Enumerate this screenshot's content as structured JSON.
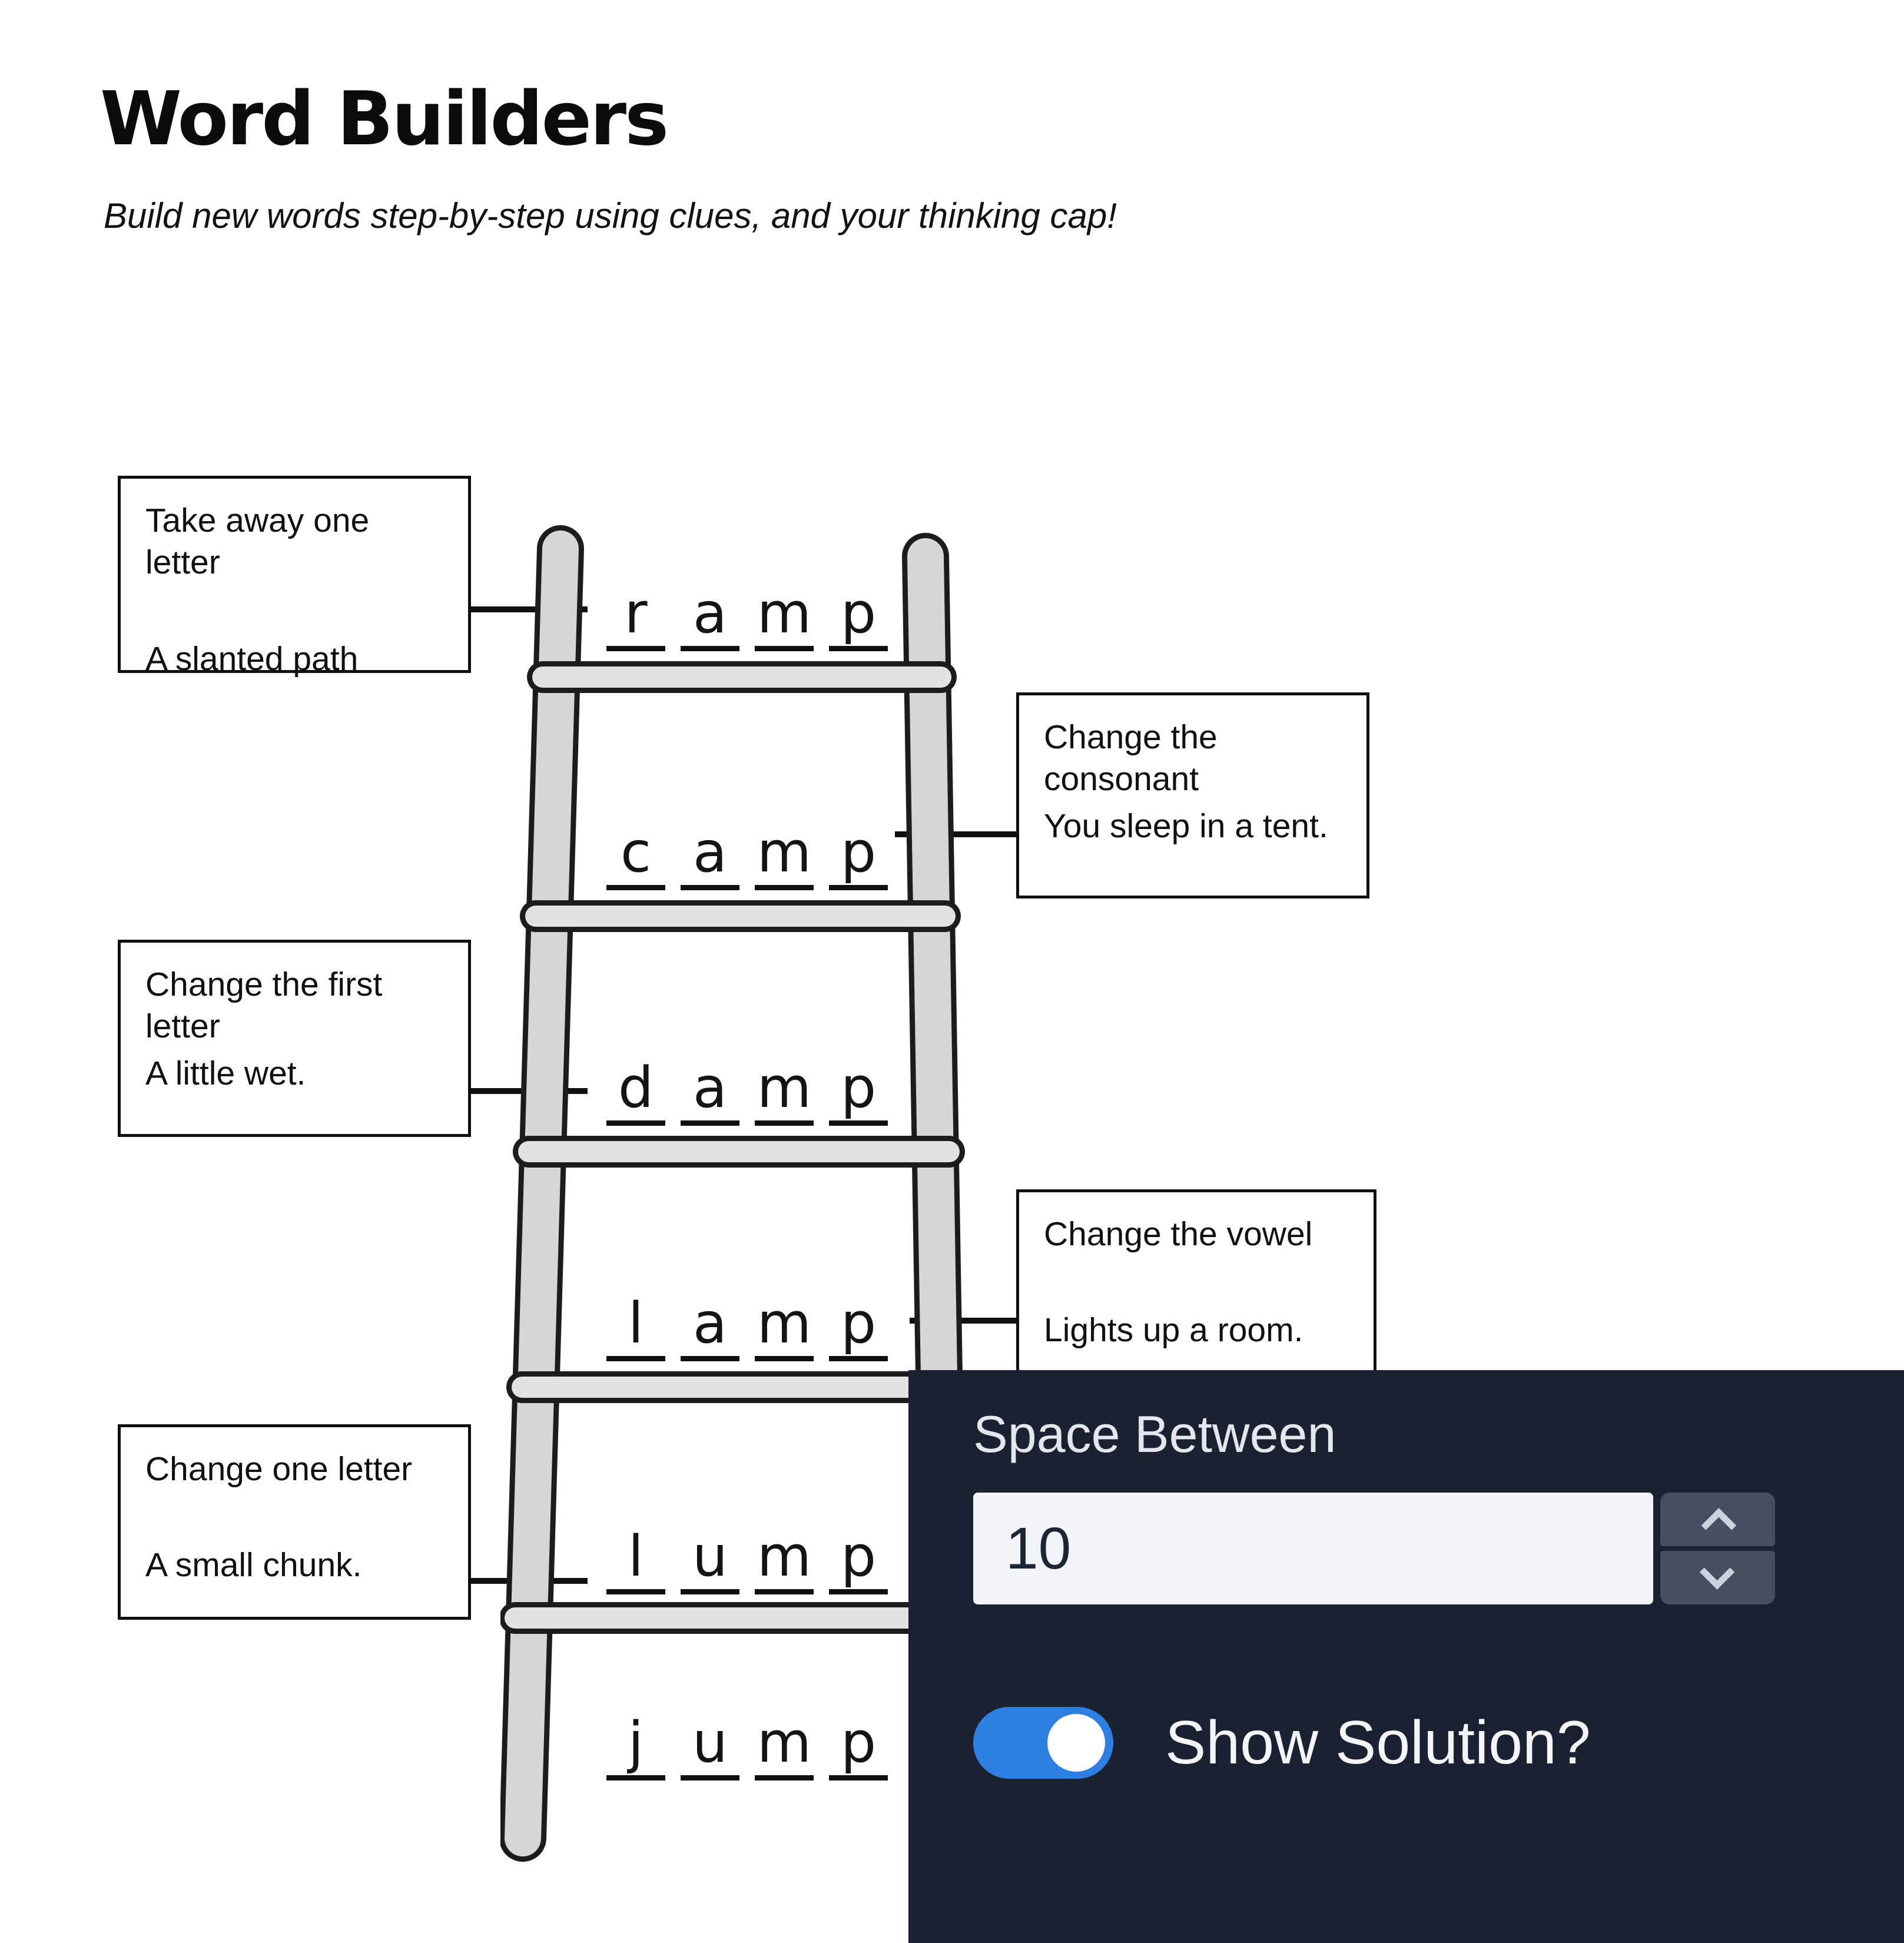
{
  "colors": {
    "panel_bg": "#1a2130",
    "accent_blue": "#2e7fe2",
    "input_bg": "#f1f3f6",
    "spinner_bg": "#454f61"
  },
  "header": {
    "title": "Word Builders",
    "subtitle": "Build new words step-by-step using clues, and your thinking cap!"
  },
  "clues": [
    {
      "instruction": "Take away one letter",
      "hint": "A slanted path"
    },
    {
      "instruction": "Change the consonant",
      "hint": "You sleep in a tent."
    },
    {
      "instruction": "Change the first letter",
      "hint": "A little wet."
    },
    {
      "instruction": "Change the vowel",
      "hint": "Lights up a room."
    },
    {
      "instruction": "Change one letter",
      "hint": "A small chunk."
    }
  ],
  "ladder": {
    "words": [
      {
        "letters": [
          "r",
          "a",
          "m",
          "p"
        ]
      },
      {
        "letters": [
          "c",
          "a",
          "m",
          "p"
        ]
      },
      {
        "letters": [
          "d",
          "a",
          "m",
          "p"
        ]
      },
      {
        "letters": [
          "l",
          "a",
          "m",
          "p"
        ]
      },
      {
        "letters": [
          "l",
          "u",
          "m",
          "p"
        ]
      },
      {
        "letters": [
          "j",
          "u",
          "m",
          "p"
        ]
      }
    ]
  },
  "settings_panel": {
    "space_between_label": "Space Between",
    "space_between_value": "10",
    "show_solution_label": "Show Solution?",
    "show_solution_on": true
  }
}
